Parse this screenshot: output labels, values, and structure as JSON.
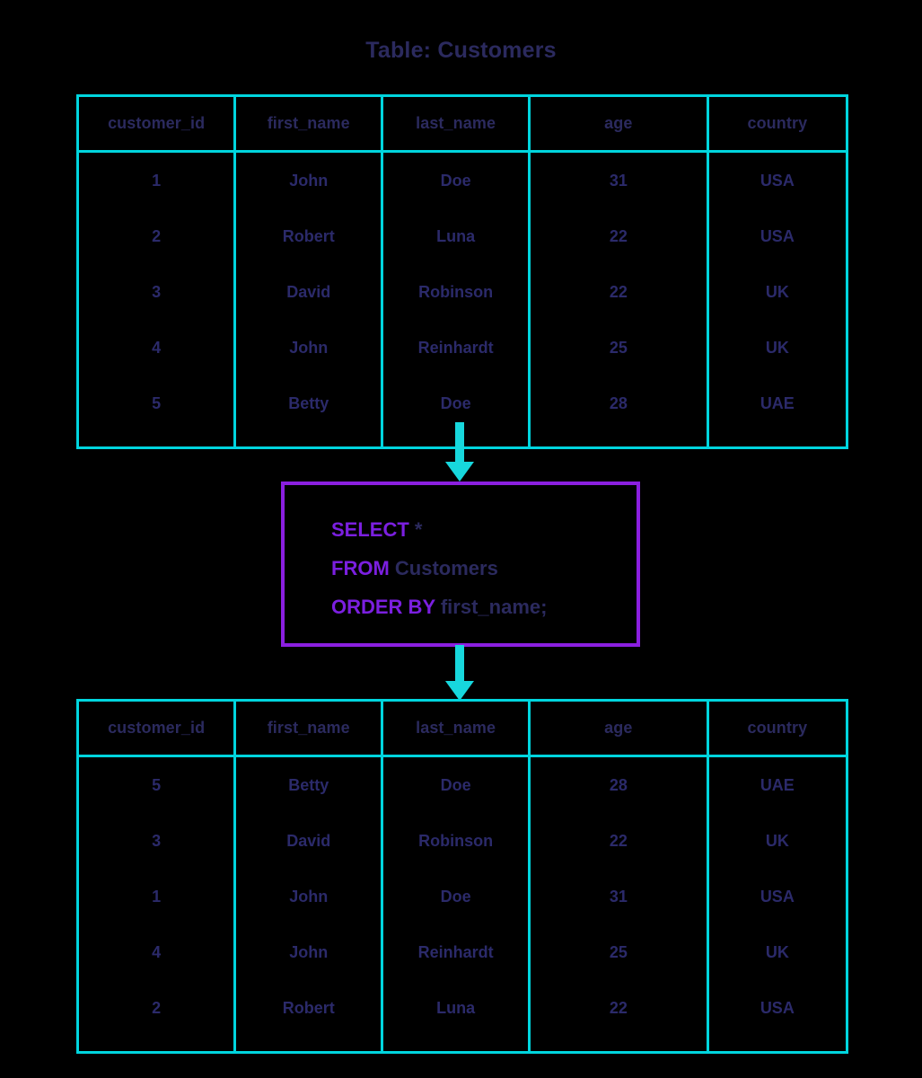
{
  "title": "Table: Customers",
  "colors": {
    "background": "#000000",
    "table_border": "#00d5de",
    "arrow": "#17d7dd",
    "query_border": "#8b1fe0",
    "keyword": "#7b1fe0",
    "text_navy": "#2b2a5e"
  },
  "input_table": {
    "name": "Customers",
    "columns": [
      "customer_id",
      "first_name",
      "last_name",
      "age",
      "country"
    ],
    "rows": [
      [
        "1",
        "John",
        "Doe",
        "31",
        "USA"
      ],
      [
        "2",
        "Robert",
        "Luna",
        "22",
        "USA"
      ],
      [
        "3",
        "David",
        "Robinson",
        "22",
        "UK"
      ],
      [
        "4",
        "John",
        "Reinhardt",
        "25",
        "UK"
      ],
      [
        "5",
        "Betty",
        "Doe",
        "28",
        "UAE"
      ]
    ]
  },
  "query": {
    "lines": [
      {
        "keyword": "SELECT",
        "operand": "*"
      },
      {
        "keyword": "FROM",
        "operand": "Customers"
      },
      {
        "keyword": "ORDER BY",
        "operand": "first_name;"
      }
    ]
  },
  "output_table": {
    "columns": [
      "customer_id",
      "first_name",
      "last_name",
      "age",
      "country"
    ],
    "rows": [
      [
        "5",
        "Betty",
        "Doe",
        "28",
        "UAE"
      ],
      [
        "3",
        "David",
        "Robinson",
        "22",
        "UK"
      ],
      [
        "1",
        "John",
        "Doe",
        "31",
        "USA"
      ],
      [
        "4",
        "John",
        "Reinhardt",
        "25",
        "UK"
      ],
      [
        "2",
        "Robert",
        "Luna",
        "22",
        "USA"
      ]
    ]
  }
}
